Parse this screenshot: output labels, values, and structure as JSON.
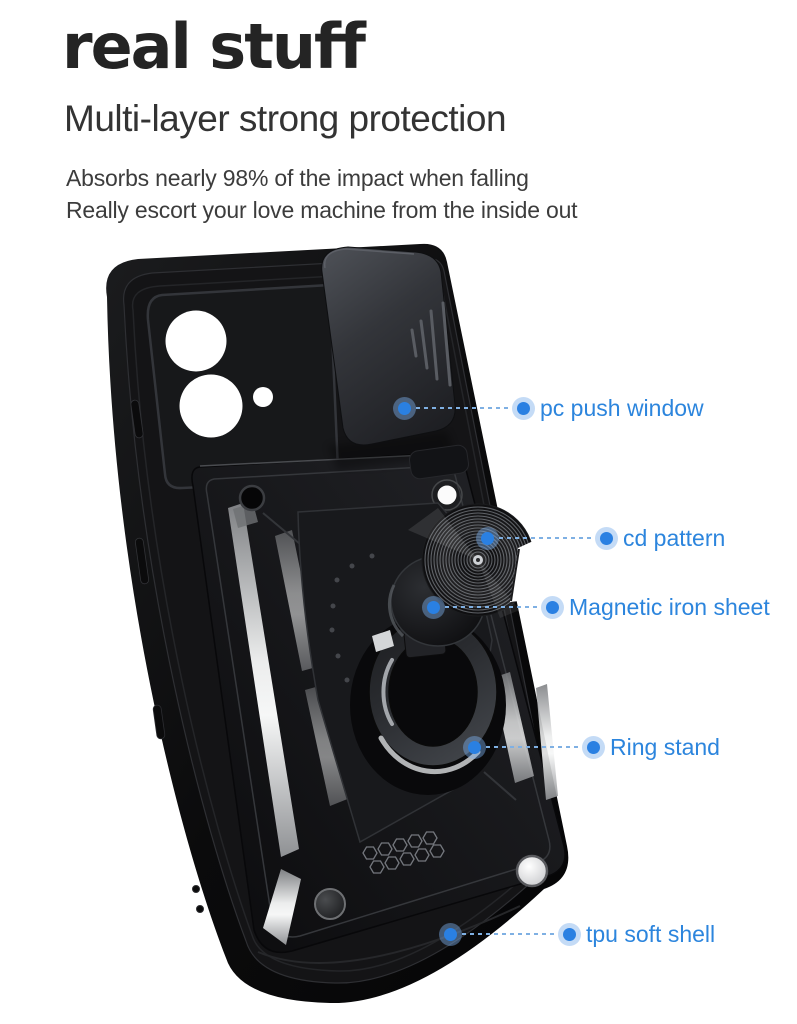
{
  "header": {
    "title": "real stuff",
    "subtitle": "Multi-layer strong protection",
    "description_line1": "Absorbs nearly 98% of the impact when falling",
    "description_line2": "Really escort your love machine from the inside out"
  },
  "callouts": {
    "pc_push_window": {
      "label": "pc push window"
    },
    "cd_pattern": {
      "label": "cd pattern"
    },
    "magnetic_iron_sheet": {
      "label": "Magnetic iron sheet"
    },
    "ring_stand": {
      "label": "Ring stand"
    },
    "tpu_soft_shell": {
      "label": "tpu soft shell"
    }
  },
  "colors": {
    "page_bg": "#ffffff",
    "accent_blue": "#2c85dd",
    "dot_blue": "#2a80e2",
    "halo_blue": "rgba(125,175,235,0.45)",
    "line_blue": "#7fb0e3",
    "title_text": "#242424",
    "body_text": "#3c3c3c",
    "case_black": "#0d0d0f",
    "silver_accent": "#d7d8da"
  }
}
